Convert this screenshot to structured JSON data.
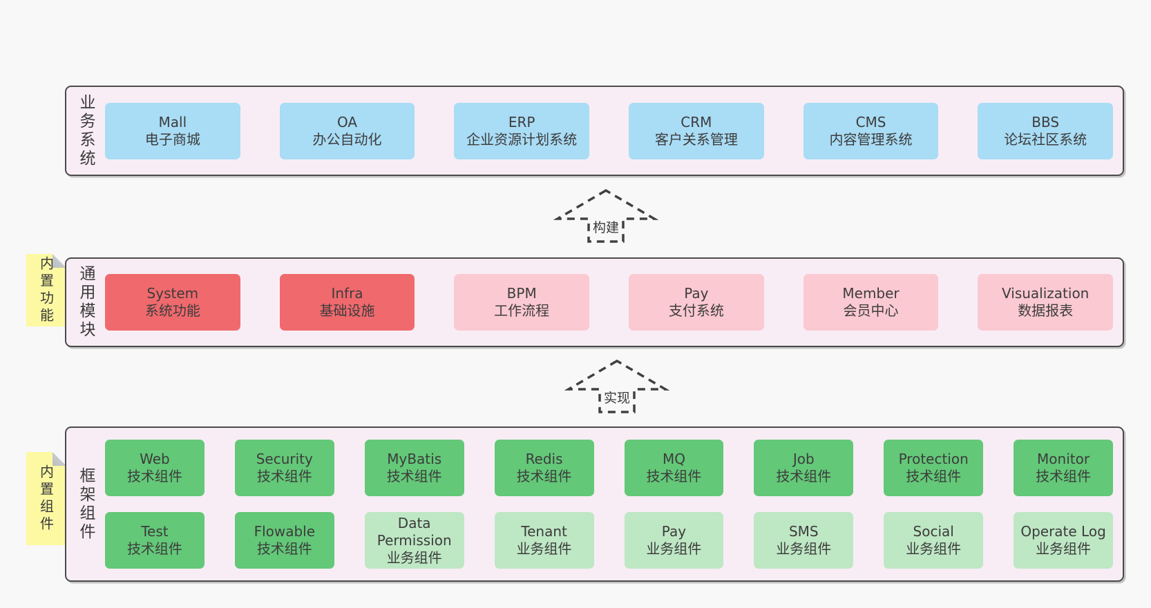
{
  "colors": {
    "page_bg": "#f8f8f8",
    "container_bg": "#f8edf5",
    "container_border": "#4a4a4a",
    "sticky_bg": "#fcf9a2",
    "text": "#3c3c3c",
    "blue": "#a9dcf5",
    "red": "#f0696d",
    "pink": "#fbc9d2",
    "green": "#63c878",
    "lightgreen": "#bee7c4"
  },
  "layers": [
    {
      "side_label": "业务系统",
      "sticky": null,
      "rows": [
        [
          {
            "en": "Mall",
            "zh": "电子商城",
            "variant": "blue"
          },
          {
            "en": "OA",
            "zh": "办公自动化",
            "variant": "blue"
          },
          {
            "en": "ERP",
            "zh": "企业资源计划系统",
            "variant": "blue"
          },
          {
            "en": "CRM",
            "zh": "客户关系管理",
            "variant": "blue"
          },
          {
            "en": "CMS",
            "zh": "内容管理系统",
            "variant": "blue"
          },
          {
            "en": "BBS",
            "zh": "论坛社区系统",
            "variant": "blue"
          }
        ]
      ]
    },
    {
      "side_label": "通用模块",
      "sticky": "内置功能",
      "rows": [
        [
          {
            "en": "System",
            "zh": "系统功能",
            "variant": "red"
          },
          {
            "en": "Infra",
            "zh": "基础设施",
            "variant": "red"
          },
          {
            "en": "BPM",
            "zh": "工作流程",
            "variant": "pink"
          },
          {
            "en": "Pay",
            "zh": "支付系统",
            "variant": "pink"
          },
          {
            "en": "Member",
            "zh": "会员中心",
            "variant": "pink"
          },
          {
            "en": "Visualization",
            "zh": "数据报表",
            "variant": "pink"
          }
        ]
      ]
    },
    {
      "side_label": "框架组件",
      "sticky": "内置组件",
      "rows": [
        [
          {
            "en": "Web",
            "zh": "技术组件",
            "variant": "green"
          },
          {
            "en": "Security",
            "zh": "技术组件",
            "variant": "green"
          },
          {
            "en": "MyBatis",
            "zh": "技术组件",
            "variant": "green"
          },
          {
            "en": "Redis",
            "zh": "技术组件",
            "variant": "green"
          },
          {
            "en": "MQ",
            "zh": "技术组件",
            "variant": "green"
          },
          {
            "en": "Job",
            "zh": "技术组件",
            "variant": "green"
          },
          {
            "en": "Protection",
            "zh": "技术组件",
            "variant": "green"
          },
          {
            "en": "Monitor",
            "zh": "技术组件",
            "variant": "green"
          }
        ],
        [
          {
            "en": "Test",
            "zh": "技术组件",
            "variant": "green"
          },
          {
            "en": "Flowable",
            "zh": "技术组件",
            "variant": "green"
          },
          {
            "en": "Data Permission",
            "zh": "业务组件",
            "variant": "lightgreen"
          },
          {
            "en": "Tenant",
            "zh": "业务组件",
            "variant": "lightgreen"
          },
          {
            "en": "Pay",
            "zh": "业务组件",
            "variant": "lightgreen"
          },
          {
            "en": "SMS",
            "zh": "业务组件",
            "variant": "lightgreen"
          },
          {
            "en": "Social",
            "zh": "业务组件",
            "variant": "lightgreen"
          },
          {
            "en": "Operate Log",
            "zh": "业务组件",
            "variant": "lightgreen"
          }
        ]
      ]
    }
  ],
  "arrows": [
    {
      "label": "构建"
    },
    {
      "label": "实现"
    }
  ]
}
